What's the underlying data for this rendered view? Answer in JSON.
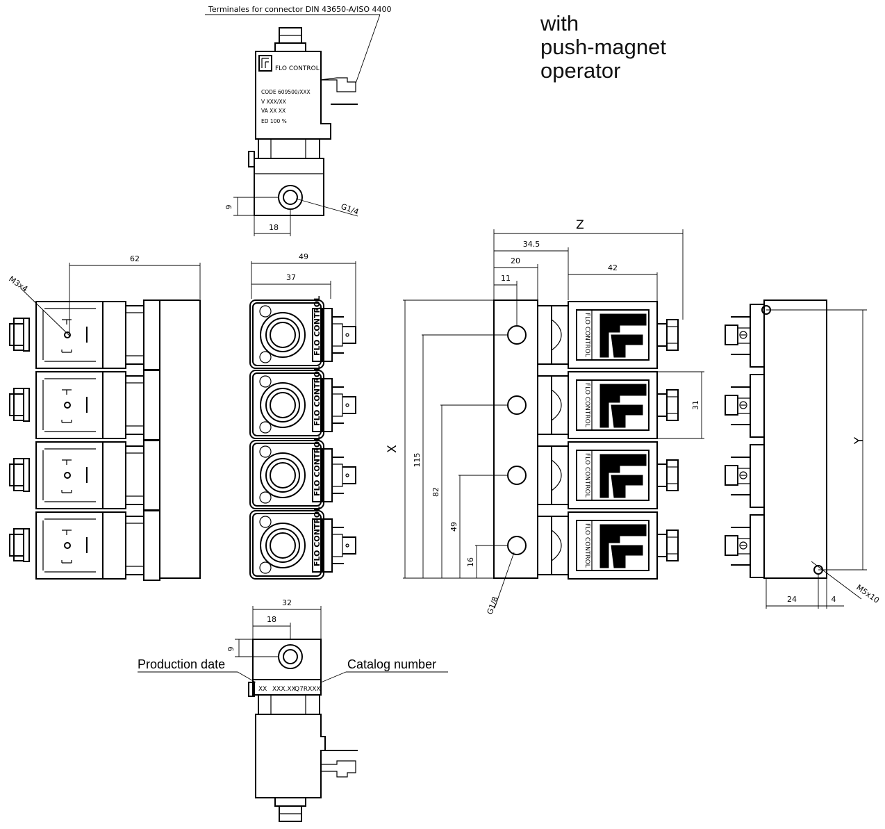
{
  "heading": {
    "line1": "with",
    "line2": "push-magnet",
    "line3": "operator"
  },
  "callouts": {
    "terminals": "Terminales for connector DIN 43650-A/ISO 4400",
    "production_date": "Production date",
    "catalog_number": "Catalog number"
  },
  "coil_label": {
    "brand": "FLO CONTROL",
    "code": "CODE 609500/XXX",
    "voltage": "V  XXX/XX",
    "va": "VA  XX  XX",
    "ed": "ED  100 %"
  },
  "base_marking": {
    "left": "XX",
    "mid": "XXX.XX",
    "right": "Q7RXXX"
  },
  "side_label": "FLO CONTROL",
  "threads": {
    "top_port": "G1/4",
    "manifold_port": "G1/8",
    "screw_left": "M3x4",
    "screw_right": "M5x10"
  },
  "dimensions": {
    "top_9": "9",
    "top_18": "18",
    "left_62": "62",
    "mid_49": "49",
    "mid_37": "37",
    "z": "Z",
    "d_34_5": "34.5",
    "d_20": "20",
    "d_11": "11",
    "d_42": "42",
    "x": "X",
    "d_115": "115",
    "d_82": "82",
    "v_49": "49",
    "d_16": "16",
    "d_31": "31",
    "y": "Y",
    "d_24": "24",
    "d_4": "4",
    "bot_32": "32",
    "bot_18": "18",
    "bot_9": "9"
  }
}
